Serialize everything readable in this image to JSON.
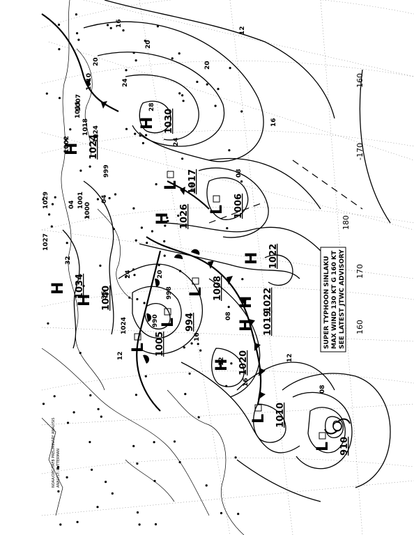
{
  "centers": [
    {
      "type": "H",
      "pressure": "1030"
    },
    {
      "type": "H",
      "pressure": "1034"
    },
    {
      "type": "H",
      "pressure": "1040"
    },
    {
      "type": "H",
      "pressure": "1026"
    },
    {
      "type": "H",
      "pressure": "1022"
    },
    {
      "type": "H",
      "pressure": "1022"
    },
    {
      "type": "H",
      "pressure": "1019"
    },
    {
      "type": "H",
      "pressure": "1020"
    },
    {
      "type": "H",
      "pressure": "1024"
    },
    {
      "type": "L",
      "pressure": "1006"
    },
    {
      "type": "L",
      "pressure": "1017"
    },
    {
      "type": "L",
      "pressure": "1008"
    },
    {
      "type": "L",
      "pressure": "994"
    },
    {
      "type": "L",
      "pressure": "1005"
    },
    {
      "type": "L",
      "pressure": "1010"
    },
    {
      "type": "L",
      "pressure": "910"
    }
  ],
  "isobar_labels": [
    "20",
    "20",
    "20",
    "24",
    "24",
    "28",
    "16",
    "16",
    "16",
    "12",
    "12",
    "12",
    "08",
    "08",
    "04",
    "04",
    "32",
    "36",
    "16",
    "20",
    "24",
    "12",
    "16",
    "08",
    "1000",
    "999",
    "1001",
    "1002",
    "1007",
    "1010",
    "1011",
    "1018",
    "1024",
    "1027",
    "1029",
    "998",
    "990",
    "1024"
  ],
  "advisory": {
    "line1": "SUPER TYPHOON SINLAKU",
    "line2": "MAX WIND 130 KT G 160 KT",
    "line3": "SEE LATEST JTWC ADVISORY"
  },
  "longitudes": [
    "-160",
    "-170",
    "180",
    "170",
    "160"
  ],
  "credit_lines": [
    "NOAA/OPC/TAFB PRELIMINARY ANALYSIS",
    "ANALYST: CUTTERMAN"
  ]
}
